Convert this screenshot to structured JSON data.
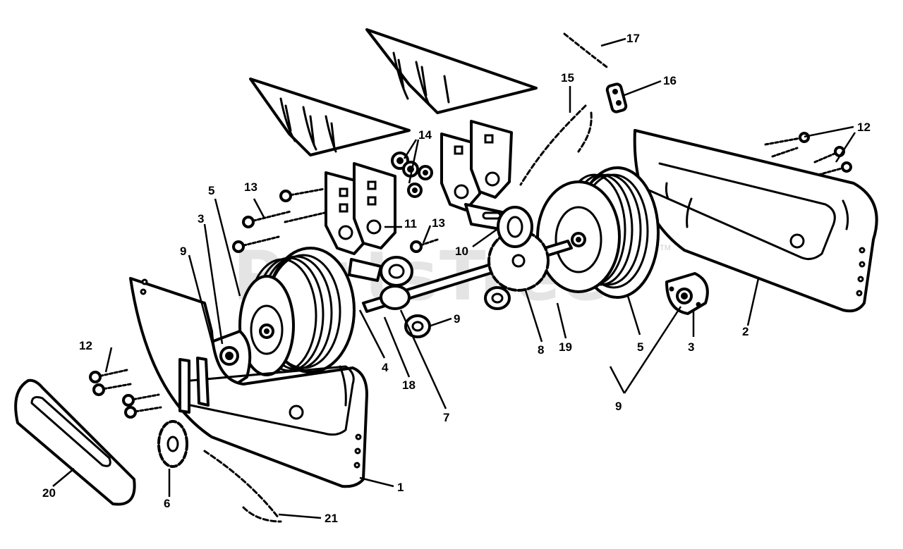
{
  "watermark": "PartsTree",
  "watermark_tm": "TM",
  "colors": {
    "line": "#000000",
    "paper": "#ffffff",
    "watermark": "#cfcfcf"
  },
  "callouts": [
    {
      "id": "c17",
      "label": "17"
    },
    {
      "id": "c16",
      "label": "16"
    },
    {
      "id": "c15",
      "label": "15"
    },
    {
      "id": "c12r",
      "label": "12"
    },
    {
      "id": "c14",
      "label": "14"
    },
    {
      "id": "c13a",
      "label": "13"
    },
    {
      "id": "c5a",
      "label": "5"
    },
    {
      "id": "c3a",
      "label": "3"
    },
    {
      "id": "c9a",
      "label": "9"
    },
    {
      "id": "c11",
      "label": "11"
    },
    {
      "id": "c13b",
      "label": "13"
    },
    {
      "id": "c10",
      "label": "10"
    },
    {
      "id": "c12l",
      "label": "12"
    },
    {
      "id": "c9b",
      "label": "9"
    },
    {
      "id": "c4",
      "label": "4"
    },
    {
      "id": "c18",
      "label": "18"
    },
    {
      "id": "c7",
      "label": "7"
    },
    {
      "id": "c8",
      "label": "8"
    },
    {
      "id": "c19",
      "label": "19"
    },
    {
      "id": "c5b",
      "label": "5"
    },
    {
      "id": "c3b",
      "label": "3"
    },
    {
      "id": "c2",
      "label": "2"
    },
    {
      "id": "c9c",
      "label": "9"
    },
    {
      "id": "c20",
      "label": "20"
    },
    {
      "id": "c6",
      "label": "6"
    },
    {
      "id": "c1",
      "label": "1"
    },
    {
      "id": "c21",
      "label": "21"
    }
  ]
}
